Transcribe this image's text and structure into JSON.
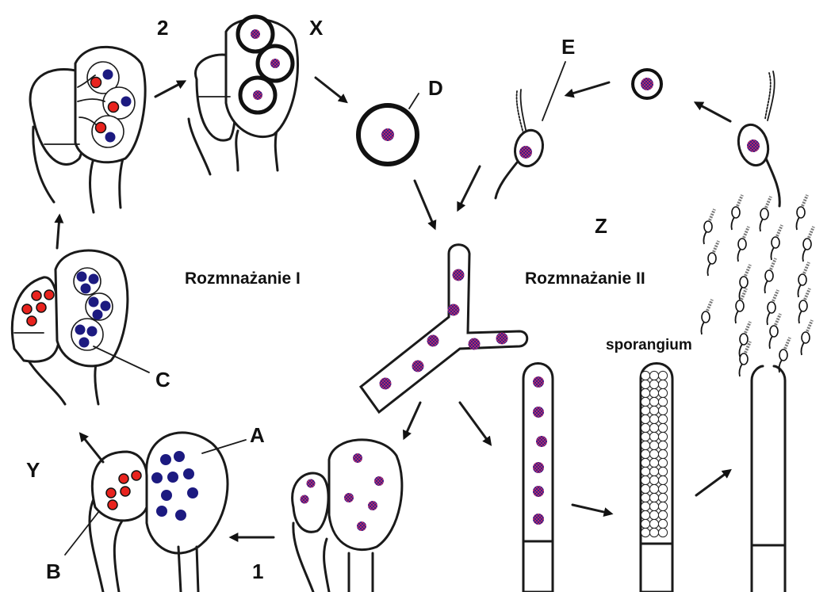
{
  "labels": {
    "num_1": "1",
    "num_2": "2",
    "x": "X",
    "y": "Y",
    "z": "Z",
    "a": "A",
    "b": "B",
    "c": "C",
    "d": "D",
    "e": "E",
    "cycle_1": "Rozmnażanie  I",
    "cycle_2": "Rozmnażanie  II",
    "sporangium": "sporangium"
  },
  "colors": {
    "male_nucleus": "#e8231e",
    "female_nucleus": "#1c1a80",
    "zygote_nucleus": "#b32a6a",
    "outline": "#1a1a1a"
  }
}
